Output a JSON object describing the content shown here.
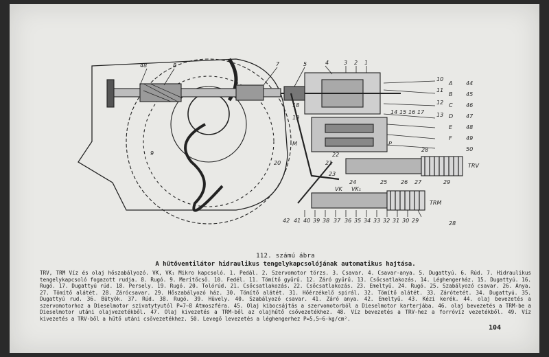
{
  "figure": {
    "number": "112. számú ábra",
    "title": "A hűtőventilátor hidraulikus tengelykapcsolójának automatikus hajtása.",
    "legend": "TRV, TRM Víz és olaj hőszabályozó. VK, VK₁ Mikro kapcsoló. 1. Pedál. 2. Szervomotor törzs. 3. Csavar. 4. Csavar-anya. 5. Dugattyú. 6. Rúd. 7. Hidraulikus tengelykapcsoló fogazott rudja. 8. Rugó. 9. Merítőcső. 10. Fedél. 11. Tömítő gyűrű. 12. Záró gyűrű. 13. Csőcsatlakozás. 14. Léghengerház. 15. Dugattyú. 16. Rugó. 17. Dugattyú rúd. 18. Persely. 19. Rugó. 20. Tolórúd. 21. Csőcsatlakozás. 22. Csőcsatlakozás. 23. Emeltyű. 24. Rugó. 25. Szabályozó csavar. 26. Anya. 27. Tömítő alátét. 28. Zárócsavar. 29. Hőszabályozó ház. 30. Tömítő alátét. 31. Hőérzékelő spirál. 32. Tömítő alátét. 33. Zárótetét. 34. Dugattyú. 35. Dugattyú rud. 36. Bütyök. 37. Rúd. 38. Rugó. 39. Hüvely. 40. Szabályozó csavar. 41. Záró anya. 42. Emeltyű. 43. Kézi kerék. 44. olaj bevezetés a szervomotorhoz a Dieselmotor szivatytyutól P=7–8 Atmoszféra. 45. Olaj kibocsájtás a szervomotorból a Dieselmotor karterjába. 46. olaj bevezetés a TRM-be a Dieselmotor utáni olajvezetékből. 47. Olaj kivezetés a TRM-ből az olajhűtő csővezetékhez. 48. Víz bevezetés a TRV-hez a forróvíz vezetékből. 49. Víz kivezetés a TRV-ből a hűtő utáni csővezetékhez. 50. Levegő levezetés a léghengerhez P=5,5–6-kg/cm²."
  },
  "page_number": "104",
  "drawing_labels": {
    "top_numbers": [
      "48",
      "8",
      "7",
      "5",
      "4",
      "3",
      "2",
      "1"
    ],
    "right_numbers": [
      "10",
      "11",
      "12",
      "13"
    ],
    "flow_labels": [
      "A",
      "B",
      "C",
      "D",
      "E",
      "F"
    ],
    "flow_numbers": [
      "44",
      "45",
      "46",
      "47",
      "48",
      "49",
      "50"
    ],
    "mid_labels": [
      "18",
      "19",
      "14",
      "15",
      "16",
      "17",
      "20",
      "21",
      "22",
      "23",
      "24",
      "25",
      "26",
      "27",
      "28",
      "29",
      "9",
      "M",
      "P",
      "TRV",
      "TRM",
      "VK",
      "VK₁"
    ],
    "bottom_numbers": [
      "42",
      "41",
      "40",
      "39",
      "38",
      "37",
      "36",
      "35",
      "34",
      "33",
      "32",
      "31",
      "30",
      "29",
      "28"
    ]
  }
}
